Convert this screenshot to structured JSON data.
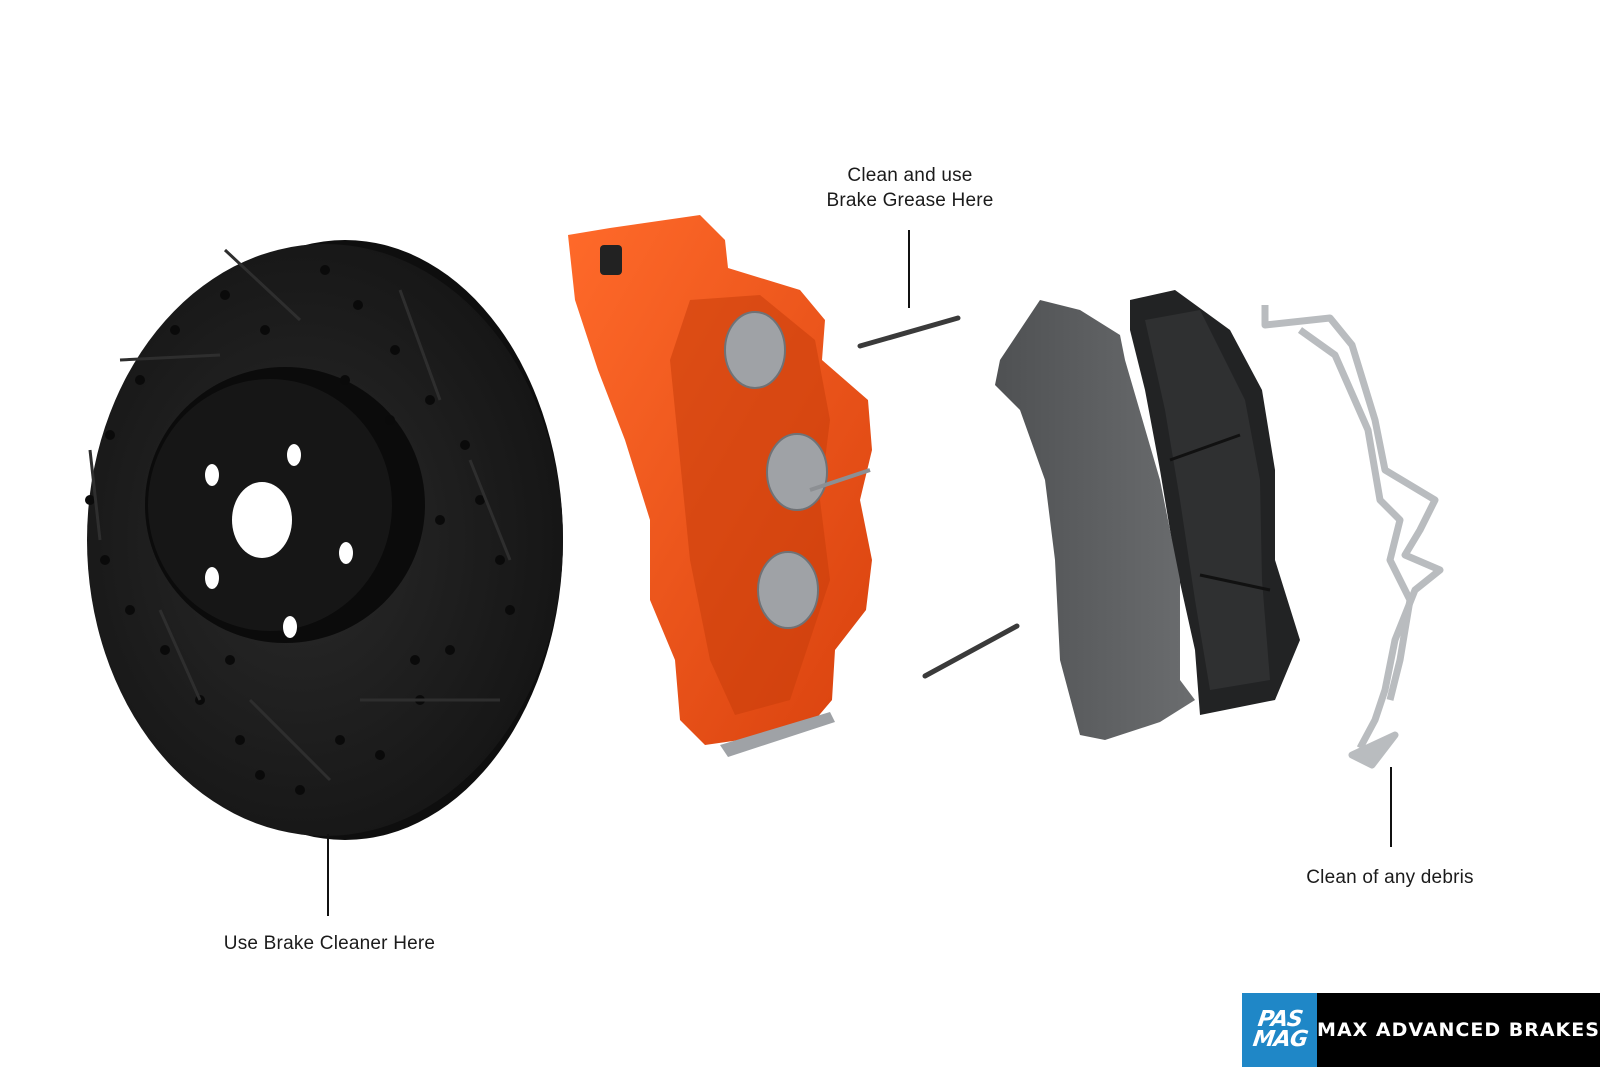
{
  "callouts": {
    "grease_line1": "Clean and use",
    "grease_line2": "Brake Grease Here",
    "cleaner": "Use Brake Cleaner Here",
    "debris": "Clean of any debris"
  },
  "badge": {
    "logo_line1": "PAS",
    "logo_line2": "MAG",
    "brand": "MAX ADVANCED BRAKES"
  },
  "colors": {
    "rotor": "#1c1c1c",
    "caliper": "#f0561d",
    "pad": "#5c5e60",
    "clip": "#b9bcbf",
    "logo_blue": "#1f87c7"
  }
}
